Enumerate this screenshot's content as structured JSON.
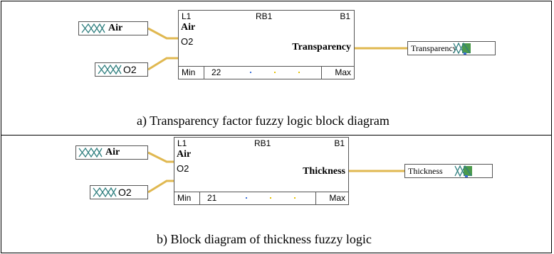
{
  "colors": {
    "wire": "#e0b850",
    "mf_curve": "#2f7f7f",
    "output_icon": "#4c9a4c",
    "dot_blue": "#3b6fd8",
    "dot_yellow": "#e6c200"
  },
  "panel_a": {
    "input_air": {
      "label": "Air",
      "icon": "membership-function-icon"
    },
    "input_o2": {
      "label": "O2",
      "icon": "membership-function-icon"
    },
    "block": {
      "header": [
        "L1",
        "RB1",
        "B1"
      ],
      "inputs": [
        "Air",
        "O2"
      ],
      "output": "Transparency",
      "footer": {
        "min": "Min",
        "value": "22",
        "max": "Max"
      }
    },
    "output_box": {
      "label": "Transparency",
      "icon": "output-membership-icon"
    },
    "caption": "a)  Transparency factor fuzzy logic block diagram"
  },
  "panel_b": {
    "input_air": {
      "label": "Air",
      "icon": "membership-function-icon"
    },
    "input_o2": {
      "label": "O2",
      "icon": "membership-function-icon"
    },
    "block": {
      "header": [
        "L1",
        "RB1",
        "B1"
      ],
      "inputs": [
        "Air",
        "O2"
      ],
      "output": "Thickness",
      "footer": {
        "min": "Min",
        "value": "21",
        "max": "Max"
      }
    },
    "output_box": {
      "label": "Thickness",
      "icon": "output-membership-icon"
    },
    "caption": "b)  Block diagram of thickness fuzzy logic"
  }
}
